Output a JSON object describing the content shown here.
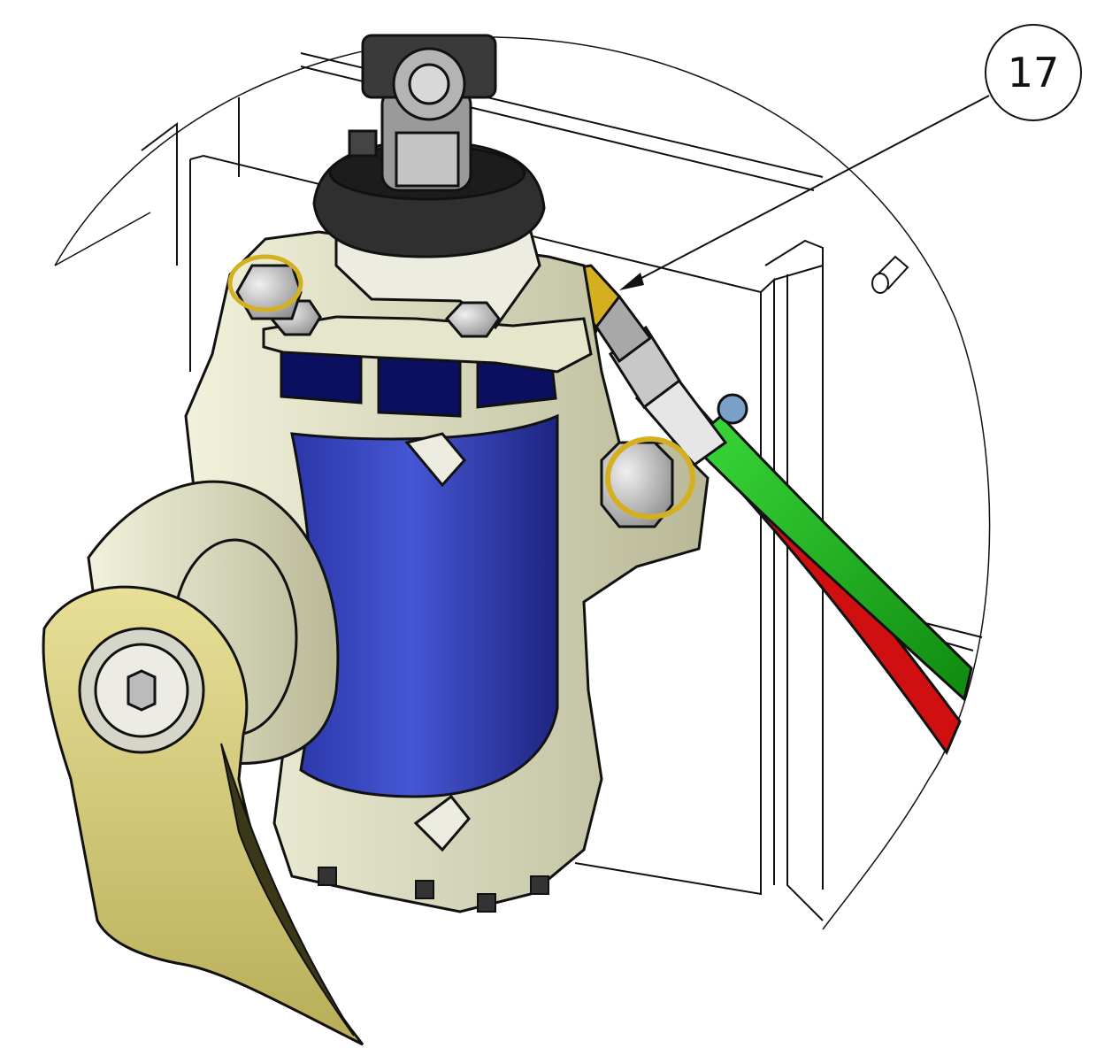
{
  "figure": {
    "balloon_label": "17",
    "colors": {
      "housing_blue": "#3b4bc8",
      "housing_dark": "#0a0f60",
      "casting": "#d8d8b8",
      "arm": "#c9bf6a",
      "hose_green": "#1fb21f",
      "hose_red": "#d01010",
      "fitting_brass": "#d4b020",
      "steel": "#b8b8b8",
      "boot": "#2f2f2f",
      "line": "#111111"
    },
    "icons": [
      "detail-circle",
      "leader-arrow"
    ]
  }
}
